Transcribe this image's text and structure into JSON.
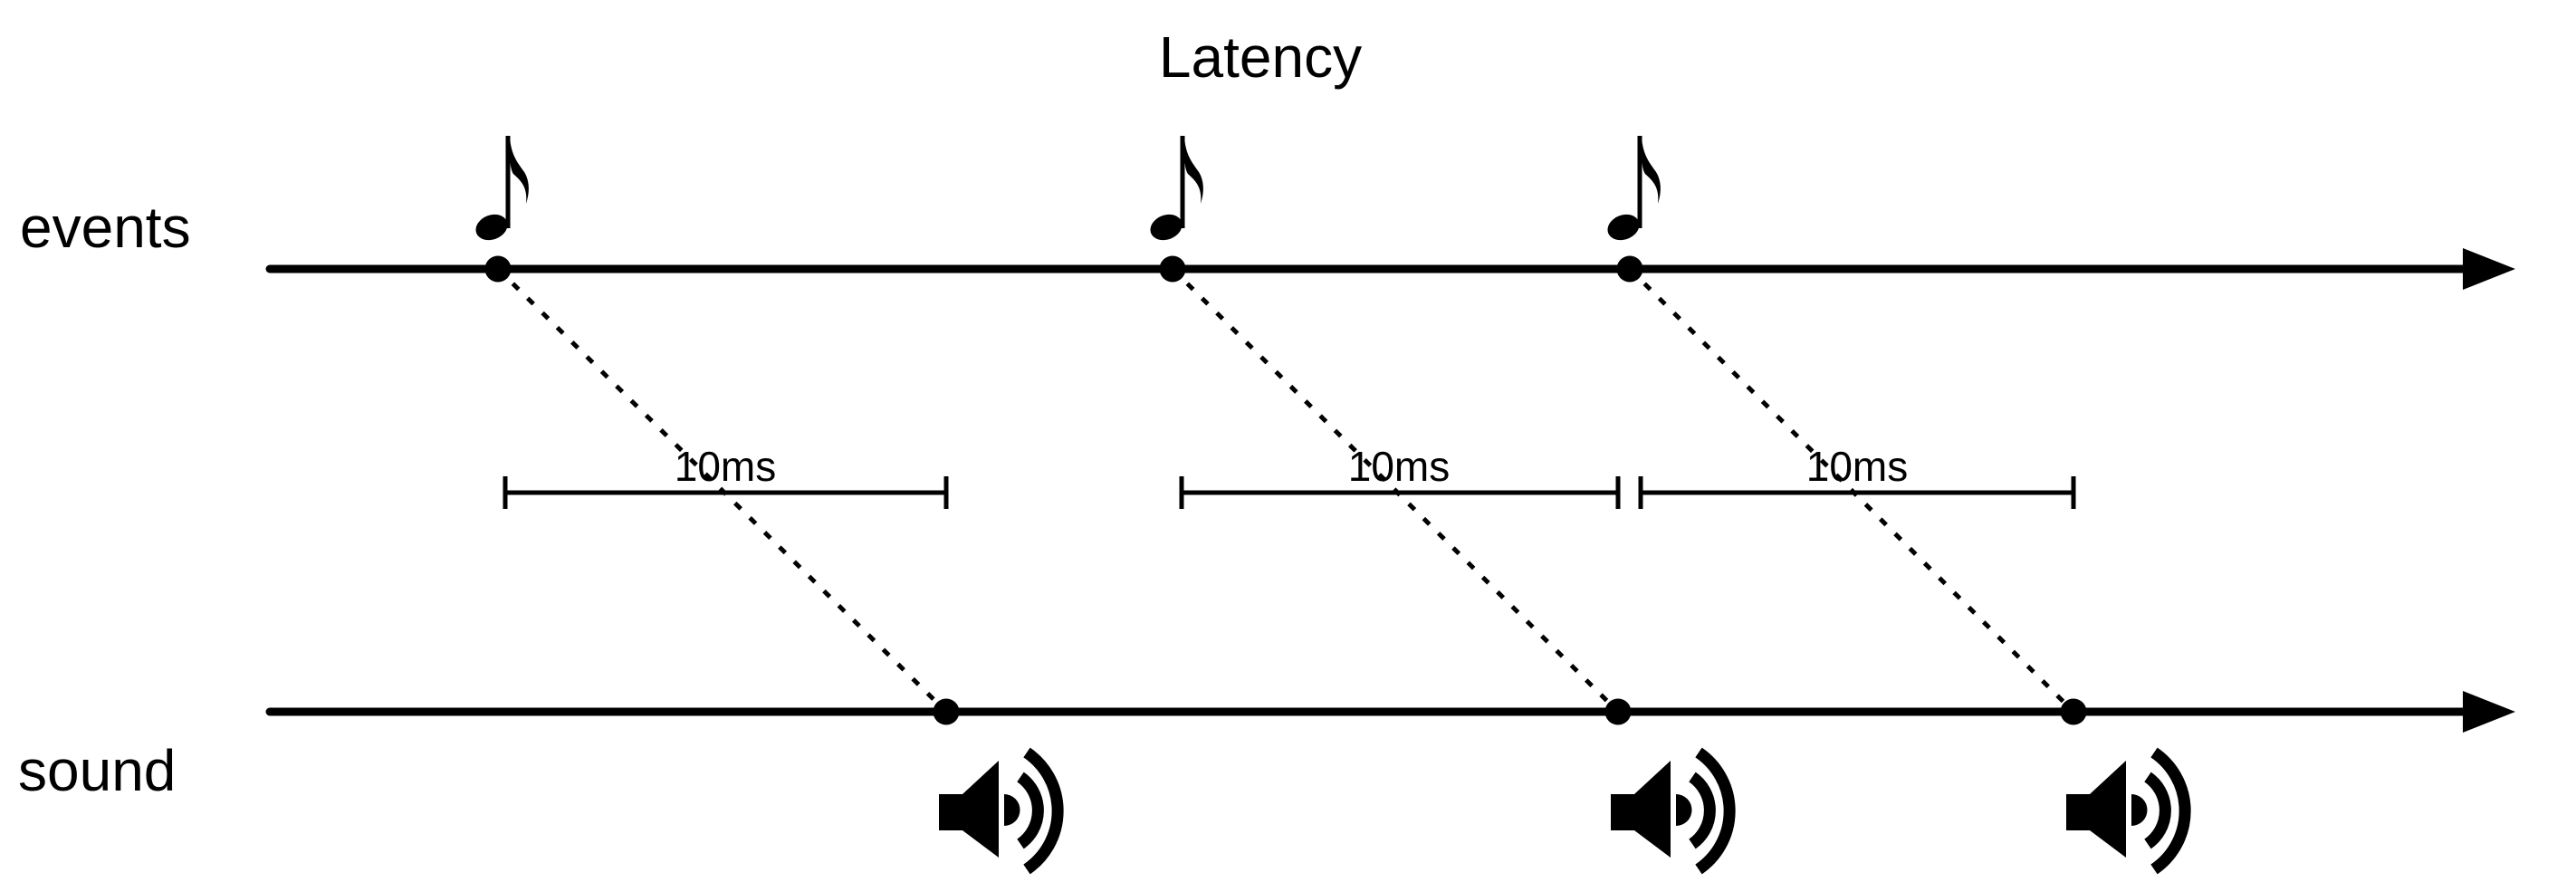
{
  "title": "Latency",
  "timelines": {
    "events": {
      "label": "events",
      "marker_icon": "eighth-note-icon",
      "marker_count": 3
    },
    "sound": {
      "label": "sound",
      "marker_icon": "speaker-icon",
      "marker_count": 3
    }
  },
  "measurements": [
    {
      "label": "10ms"
    },
    {
      "label": "10ms"
    },
    {
      "label": "10ms"
    }
  ],
  "icons": {
    "event_marker": "eighth-note-icon",
    "sound_marker": "speaker-icon",
    "timeline_end": "arrowhead-icon"
  },
  "colors": {
    "ink": "#000000",
    "background": "#ffffff"
  }
}
